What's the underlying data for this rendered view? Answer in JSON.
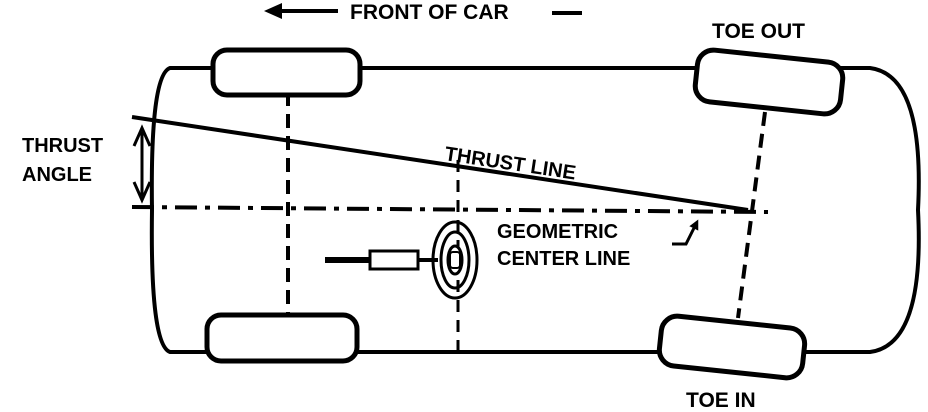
{
  "labels": {
    "front_of_car": "FRONT OF CAR",
    "toe_out": "TOE OUT",
    "toe_in": "TOE IN",
    "thrust_angle_line1": "THRUST",
    "thrust_angle_line2": "ANGLE",
    "thrust_line": "THRUST LINE",
    "geometric_line1": "GEOMETRIC",
    "geometric_line2": "CENTER LINE"
  },
  "colors": {
    "ink": "#000000",
    "paper": "#ffffff"
  },
  "icons": {
    "front_arrow": "left-arrow-icon",
    "angle_arrow": "double-vertical-arrow-icon",
    "leader": "leader-arrow-icon",
    "steering": "steering-column-icon"
  }
}
